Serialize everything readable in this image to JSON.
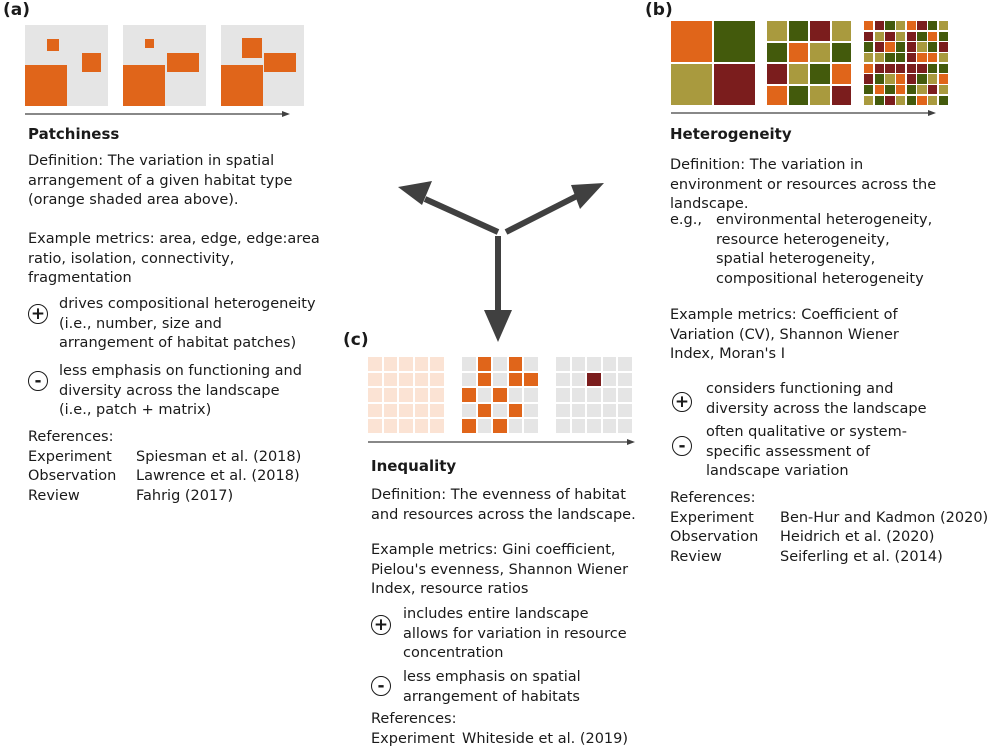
{
  "panels": {
    "a": {
      "letter": "(a)",
      "title": "Patchiness",
      "definition": "Definition: The variation in spatial\narrangement of a given habitat type\n(orange shaded area above).",
      "metrics": "Example metrics: area, edge, edge:area\nratio, isolation, connectivity,\nfragmentation",
      "plus_symbol": "+",
      "plus_text": "drives compositional heterogeneity\n(i.e., number, size and\narrangement of habitat patches)",
      "minus_symbol": "-",
      "minus_text": "less emphasis on functioning and\ndiversity across the landscape\n(i.e., patch + matrix)",
      "references_title": "References:",
      "references": [
        {
          "type": "Experiment",
          "citation": "Spiesman et al. (2018)"
        },
        {
          "type": "Observation",
          "citation": "Lawrence et al. (2018)"
        },
        {
          "type": "Review",
          "citation": "Fahrig (2017)"
        }
      ]
    },
    "b": {
      "letter": "(b)",
      "title": "Heterogeneity",
      "definition": "Definition: The variation in\nenvironment or resources across the\nlandscape.",
      "eg_label": "e.g.,",
      "eg_items": "environmental heterogeneity,\nresource heterogeneity,\nspatial heterogeneity,\ncompositional heterogeneity",
      "metrics": "Example metrics: Coefficient of\nVariation (CV), Shannon Wiener\nIndex, Moran's I",
      "plus_symbol": "+",
      "plus_text": "considers functioning and\ndiversity across the landscape",
      "minus_symbol": "-",
      "minus_text": "often qualitative or system-\nspecific assessment of\nlandscape variation",
      "references_title": "References:",
      "references": [
        {
          "type": "Experiment",
          "citation": "Ben-Hur and Kadmon (2020)"
        },
        {
          "type": "Observation",
          "citation": "Heidrich et al. (2020)"
        },
        {
          "type": "Review",
          "citation": "Seiferling et al. (2014)"
        }
      ]
    },
    "c": {
      "letter": "(c)",
      "title": "Inequality",
      "definition": "Definition: The evenness of habitat\nand resources across the landscape.",
      "metrics": "Example metrics: Gini coefficient,\nPielou's evenness, Shannon Wiener\nIndex, resource ratios",
      "plus_symbol": "+",
      "plus_text": "includes entire landscape\nallows for variation in resource\nconcentration",
      "minus_symbol": "-",
      "minus_text": "less emphasis on spatial\narrangement of habitats",
      "references_title": "References:",
      "references": [
        {
          "type": "Experiment",
          "citation": "Whiteside et al. (2019)"
        }
      ]
    }
  },
  "colors": {
    "orange": "#e0651a",
    "light_orange": "#fbe3d4",
    "olive": "#a99a3e",
    "dark_green": "#435a0c",
    "dark_red": "#7b1d1d",
    "grey": "#e5e5e5",
    "arrow": "#404040"
  }
}
